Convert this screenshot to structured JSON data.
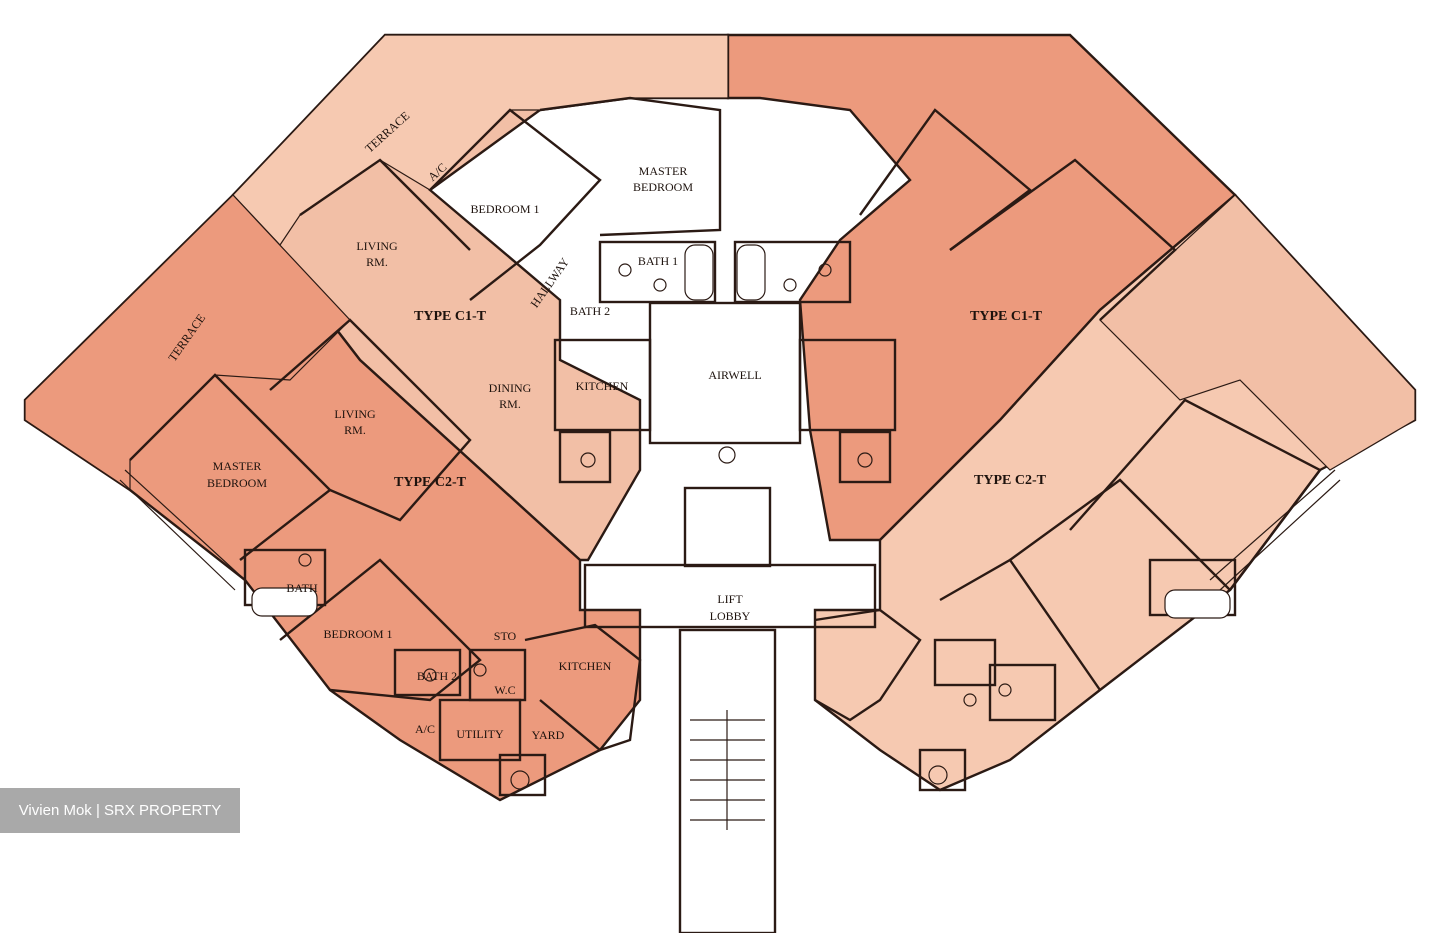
{
  "colors": {
    "background": "#ffffff",
    "unit_light": "#f2bfa6",
    "unit_mid": "#eea68a",
    "unit_dark": "#ec9a7d",
    "terrace": "#f6c9b1",
    "core": "#ffffff",
    "wall": "#2b1a14"
  },
  "labels": {
    "terrace_top": "TERRACE",
    "terrace_left": "TERRACE",
    "ac_top": "A/C",
    "bedroom1_top": "BEDROOM 1",
    "master_bedroom_top_line1": "MASTER",
    "master_bedroom_top_line2": "BEDROOM",
    "living_top_line1": "LIVING",
    "living_top_line2": "RM.",
    "hallway": "HALLWAY",
    "bath1": "BATH 1",
    "bath2_top": "BATH 2",
    "type_c1t_left": "TYPE C1-T",
    "type_c1t_right": "TYPE C1-T",
    "dining_line1": "DINING",
    "dining_line2": "RM.",
    "kitchen_top": "KITCHEN",
    "airwell": "AIRWELL",
    "living_left_line1": "LIVING",
    "living_left_line2": "RM.",
    "master_bedroom_left_line1": "MASTER",
    "master_bedroom_left_line2": "BEDROOM",
    "type_c2t_left": "TYPE C2-T",
    "type_c2t_right": "TYPE C2-T",
    "bath_left": "BATH",
    "bedroom1_left": "BEDROOM 1",
    "store": "STO",
    "bath2_left": "BATH 2",
    "wc": "W.C",
    "kitchen_bottom": "KITCHEN",
    "ac_left": "A/C",
    "utility": "UTILITY",
    "yard": "YARD",
    "lift_lobby_line1": "LIFT",
    "lift_lobby_line2": "LOBBY"
  },
  "watermark": "Vivien Mok | SRX PROPERTY"
}
